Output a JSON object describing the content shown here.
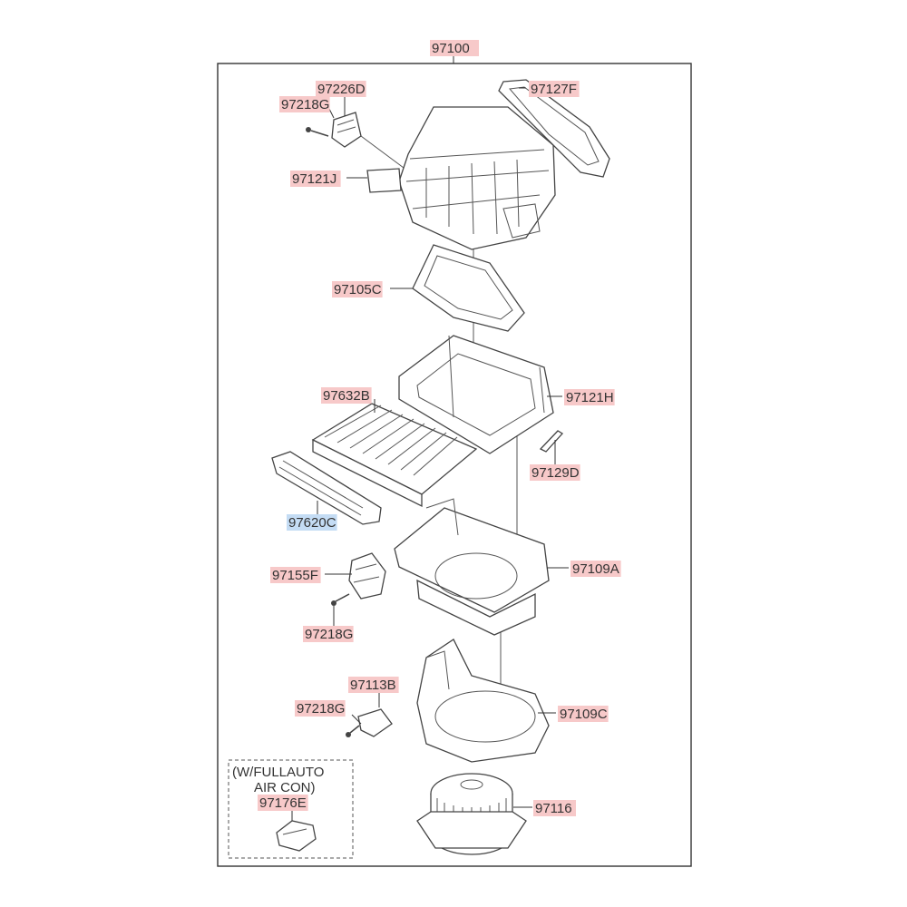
{
  "assembly_label": "97100",
  "parts": [
    {
      "id": "97226D",
      "label": "97226D",
      "highlight": "pink"
    },
    {
      "id": "97218G_top",
      "label": "97218G",
      "highlight": "pink"
    },
    {
      "id": "97127F",
      "label": "97127F",
      "highlight": "pink"
    },
    {
      "id": "97121J",
      "label": "97121J",
      "highlight": "pink"
    },
    {
      "id": "97105C",
      "label": "97105C",
      "highlight": "pink"
    },
    {
      "id": "97632B",
      "label": "97632B",
      "highlight": "pink"
    },
    {
      "id": "97121H",
      "label": "97121H",
      "highlight": "pink"
    },
    {
      "id": "97129D",
      "label": "97129D",
      "highlight": "pink"
    },
    {
      "id": "97620C",
      "label": "97620C",
      "highlight": "blue"
    },
    {
      "id": "97155F",
      "label": "97155F",
      "highlight": "pink"
    },
    {
      "id": "97109A",
      "label": "97109A",
      "highlight": "pink"
    },
    {
      "id": "97218G_mid",
      "label": "97218G",
      "highlight": "pink"
    },
    {
      "id": "97113B",
      "label": "97113B",
      "highlight": "pink"
    },
    {
      "id": "97218G_low",
      "label": "97218G",
      "highlight": "pink"
    },
    {
      "id": "97109C",
      "label": "97109C",
      "highlight": "pink"
    },
    {
      "id": "97116",
      "label": "97116",
      "highlight": "pink"
    },
    {
      "id": "97176E",
      "label": "97176E",
      "highlight": "pink"
    }
  ],
  "option_box": {
    "line1": "(W/FULLAUTO",
    "line2": "AIR CON)"
  },
  "colors": {
    "pink": "#f7c9c9",
    "blue": "#c4dcf4",
    "line": "#333333"
  }
}
